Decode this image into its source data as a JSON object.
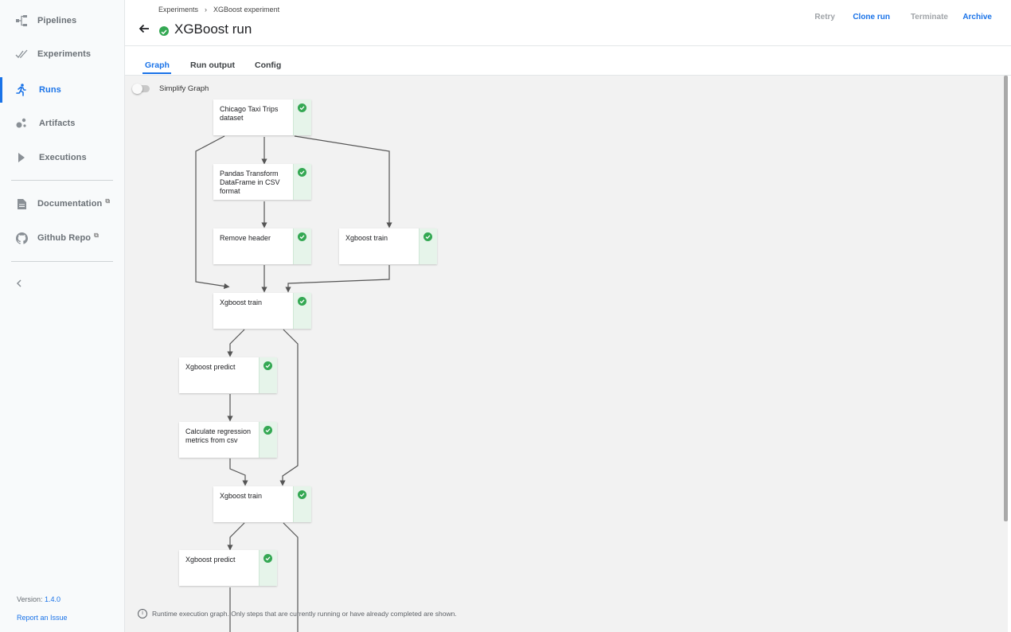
{
  "sidebar": {
    "items": [
      {
        "label": "Pipelines",
        "icon": "pipelines-icon"
      },
      {
        "label": "Experiments",
        "icon": "experiments-icon"
      },
      {
        "label": "Runs",
        "icon": "runs-icon"
      },
      {
        "label": "Artifacts",
        "icon": "artifacts-icon"
      },
      {
        "label": "Executions",
        "icon": "executions-icon"
      },
      {
        "label": "Documentation",
        "icon": "document-icon"
      },
      {
        "label": "Github Repo",
        "icon": "github-icon"
      }
    ],
    "active": "Runs",
    "version_label": "Version: ",
    "version": "1.4.0",
    "report_issue": "Report an Issue"
  },
  "header": {
    "breadcrumb": [
      "Experiments",
      "XGBoost experiment"
    ],
    "breadcrumb_sep": "›",
    "title": "XGBoost run",
    "actions": {
      "retry": "Retry",
      "clone": "Clone run",
      "terminate": "Terminate",
      "archive": "Archive"
    }
  },
  "tabs": [
    "Graph",
    "Run output",
    "Config"
  ],
  "active_tab": "Graph",
  "graph": {
    "simplify_label": "Simplify Graph",
    "simplify_enabled": false,
    "nodes": [
      {
        "label": "Chicago Taxi Trips dataset",
        "status": "succeeded"
      },
      {
        "label": "Pandas Transform DataFrame in CSV format",
        "status": "succeeded"
      },
      {
        "label": "Remove header",
        "status": "succeeded"
      },
      {
        "label": "Xgboost train",
        "status": "succeeded"
      },
      {
        "label": "Xgboost train",
        "status": "succeeded"
      },
      {
        "label": "Xgboost predict",
        "status": "succeeded"
      },
      {
        "label": "Calculate regression metrics from csv",
        "status": "succeeded"
      },
      {
        "label": "Xgboost train",
        "status": "succeeded"
      },
      {
        "label": "Xgboost predict",
        "status": "succeeded"
      }
    ],
    "footnote": "Runtime execution graph. Only steps that are currently running or have already completed are shown."
  },
  "colors": {
    "accent": "#1a73e8",
    "success": "#34a853",
    "success_bg": "#e6f4ea"
  }
}
